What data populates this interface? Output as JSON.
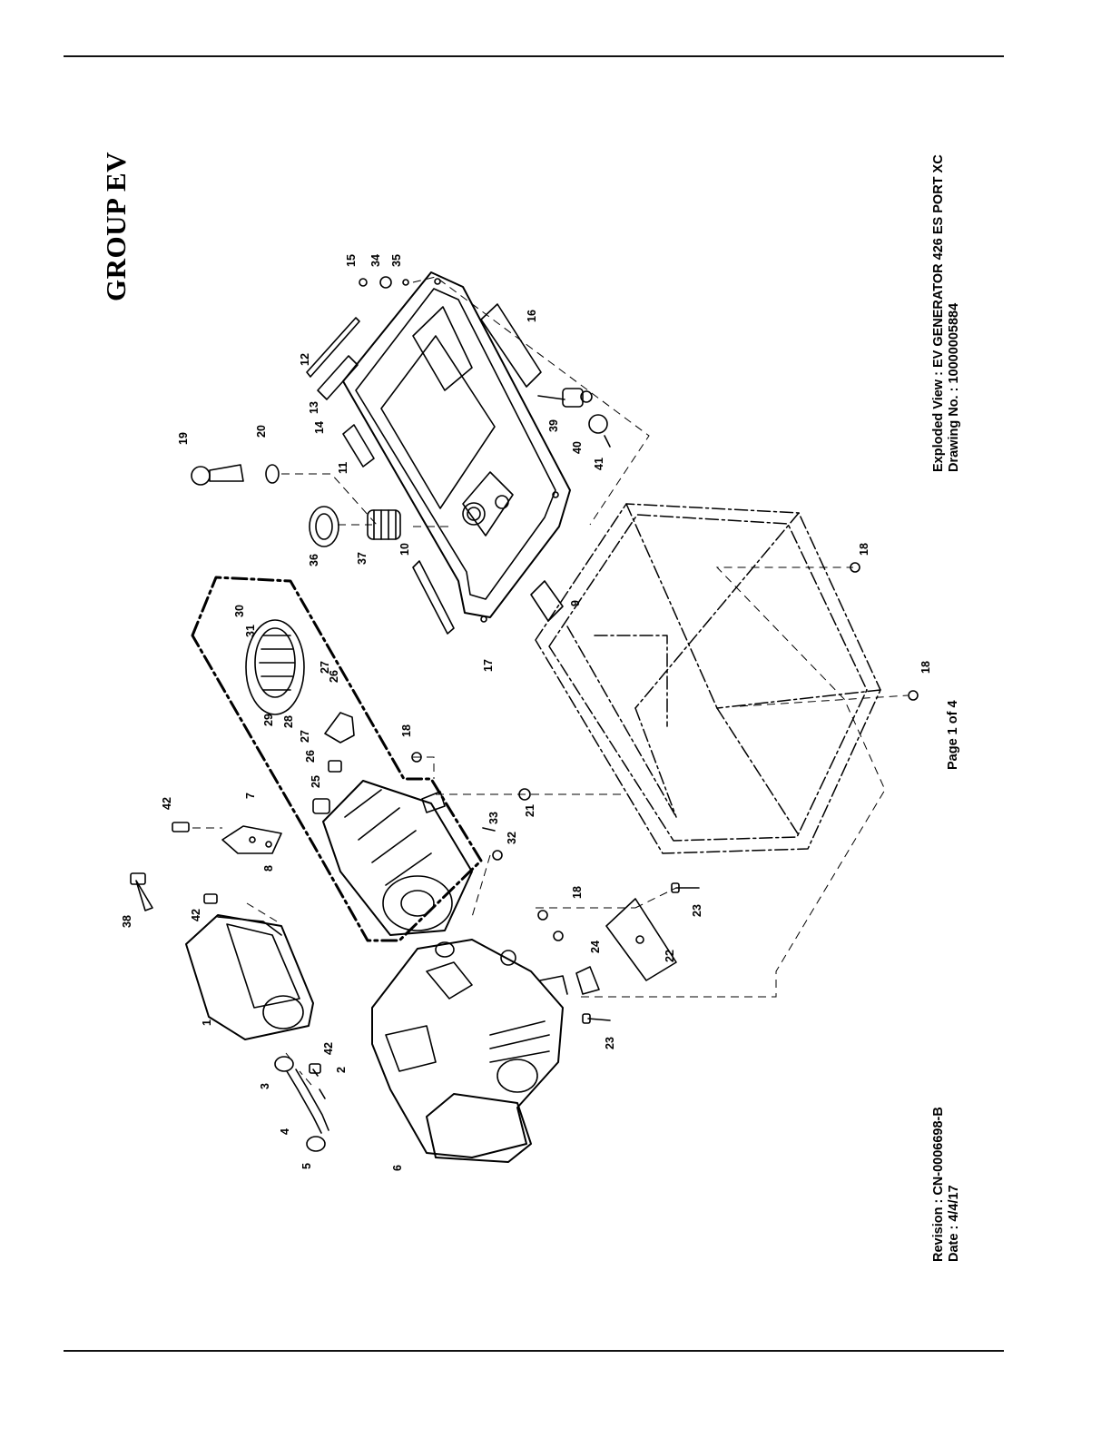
{
  "group_title": "GROUP EV",
  "drawing": {
    "view_line": "Exploded View : EV GENERATOR 426 ES PORT XC",
    "drawing_no_line": "Drawing No. : 10000005884"
  },
  "revision": {
    "revision_line": "Revision : CN-0006698-B",
    "date_line": "Date : 4/4/17"
  },
  "page_label": "Page 1 of 4",
  "callouts": [
    {
      "id": "c1",
      "text": "1"
    },
    {
      "id": "c2",
      "text": "2"
    },
    {
      "id": "c3",
      "text": "3"
    },
    {
      "id": "c4",
      "text": "4"
    },
    {
      "id": "c5",
      "text": "5"
    },
    {
      "id": "c6",
      "text": "6"
    },
    {
      "id": "c7",
      "text": "7"
    },
    {
      "id": "c8",
      "text": "8"
    },
    {
      "id": "c9",
      "text": "9"
    },
    {
      "id": "c10",
      "text": "10"
    },
    {
      "id": "c11",
      "text": "11"
    },
    {
      "id": "c12",
      "text": "12"
    },
    {
      "id": "c13",
      "text": "13"
    },
    {
      "id": "c14",
      "text": "14"
    },
    {
      "id": "c15",
      "text": "15"
    },
    {
      "id": "c16",
      "text": "16"
    },
    {
      "id": "c17",
      "text": "17"
    },
    {
      "id": "c18a",
      "text": "18"
    },
    {
      "id": "c18b",
      "text": "18"
    },
    {
      "id": "c18c",
      "text": "18"
    },
    {
      "id": "c18d",
      "text": "18"
    },
    {
      "id": "c19",
      "text": "19"
    },
    {
      "id": "c20",
      "text": "20"
    },
    {
      "id": "c21",
      "text": "21"
    },
    {
      "id": "c22",
      "text": "22"
    },
    {
      "id": "c23a",
      "text": "23"
    },
    {
      "id": "c23b",
      "text": "23"
    },
    {
      "id": "c24",
      "text": "24"
    },
    {
      "id": "c25",
      "text": "25"
    },
    {
      "id": "c26a",
      "text": "26"
    },
    {
      "id": "c26b",
      "text": "26"
    },
    {
      "id": "c27a",
      "text": "27"
    },
    {
      "id": "c27b",
      "text": "27"
    },
    {
      "id": "c28",
      "text": "28"
    },
    {
      "id": "c29",
      "text": "29"
    },
    {
      "id": "c30",
      "text": "30"
    },
    {
      "id": "c31",
      "text": "31"
    },
    {
      "id": "c32",
      "text": "32"
    },
    {
      "id": "c33",
      "text": "33"
    },
    {
      "id": "c34",
      "text": "34"
    },
    {
      "id": "c35",
      "text": "35"
    },
    {
      "id": "c36",
      "text": "36"
    },
    {
      "id": "c37",
      "text": "37"
    },
    {
      "id": "c38",
      "text": "38"
    },
    {
      "id": "c39",
      "text": "39"
    },
    {
      "id": "c40",
      "text": "40"
    },
    {
      "id": "c41",
      "text": "41"
    },
    {
      "id": "c42a",
      "text": "42"
    },
    {
      "id": "c42b",
      "text": "42"
    },
    {
      "id": "c42c",
      "text": "42"
    }
  ]
}
